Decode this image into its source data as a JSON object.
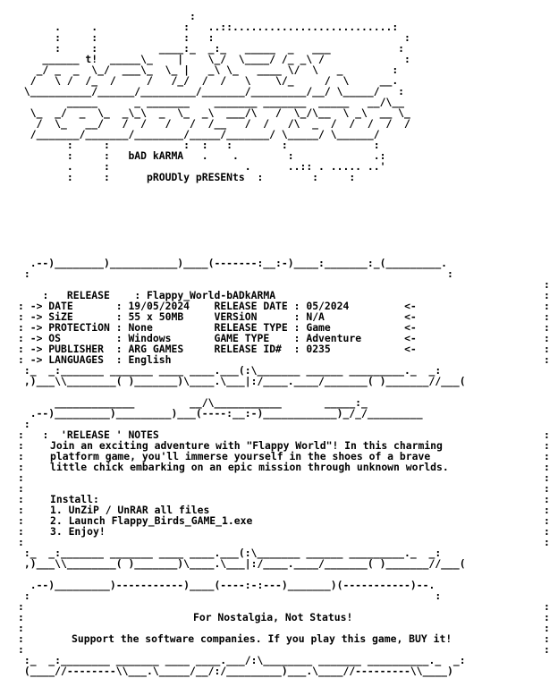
{
  "colors": {
    "background": "#ffffff",
    "text": "#000000"
  },
  "logo": {
    "art": [
      "                            :",
      "      .     .              :   ..::..........................:",
      "      :     :              :   :                               :",
      "      :     :          ____:_  _:_   _____  _   ___           :",
      "    ______ t!  _____\\_    |    \\_/  \\____/ /_ _\\ /             :",
      "   _/ _  _  \\_/  ___\\_  \\_ |   _\\ \\_   ____ \\/  \\   _        :",
      "  /   \\ /  /_  /     /   /_/  /  /   \\    \\/_     /  \\     __.",
      " \\__________/______/_________/_______/_________/__/ \\_____/   :",
      "        _____      _ _______    _______ _______  _____   __/\\__",
      "  \\_  _/  _  \\_  _\\_\\  _  \\_  _\\  ___/\\   /  \\_/\\__  \\ _\\  __ \\_",
      "   /  \\_   __/   /  /   /   /  /__   /  /   /\\  _  /  /  /  /  /",
      "  /_______/_______/________/_____/_______/ \\_____/ \\______/",
      "        :     :            :  :   :        :              :",
      "        :     :   bAD kARMA   .    .        :             .:",
      "        .     :                      .      ..:: . ..... ..'",
      "        :     :      pROUDly pRESENts  :        :     :"
    ]
  },
  "release_panel": {
    "border_top": [
      "  .--)________)___________)____(-------:__:-)____:_______:_(_________.",
      " :                                                                    :"
    ],
    "release_label": "RELEASE",
    "release_value": "Flappy_World-bADkARMA",
    "rows_left": [
      {
        "label": "DATE",
        "value": "19/05/2024"
      },
      {
        "label": "SiZE",
        "value": "55 x 50MB"
      },
      {
        "label": "PROTECTiON",
        "value": "None"
      },
      {
        "label": "OS",
        "value": "Windows"
      },
      {
        "label": "PUBLISHER",
        "value": "ARG GAMES"
      },
      {
        "label": "LANGUAGES",
        "value": "English"
      }
    ],
    "rows_right": [
      {
        "label": "RELEASE DATE",
        "value": "05/2024"
      },
      {
        "label": "VERSiON",
        "value": "N/A"
      },
      {
        "label": "RELEASE TYPE",
        "value": "Game"
      },
      {
        "label": "GAME TYPE",
        "value": "Adventure"
      },
      {
        "label": "RELEASE ID#",
        "value": "0235"
      }
    ],
    "border_bottom": [
      " :_  _:_______ _______ ____ ____.___(:\\_______ ______ _________._  _:",
      " ,)___\\\\________( )_______)\\____.\\___|:/____.____/_______( )_______//___("
    ]
  },
  "notes_panel": {
    "title": "'RELEASE ' NOTES",
    "border_top": [
      "      _____________         __/\\___________       _____:_",
      "  .--)_________)_________)___(----:__:-)____________)_/_/_________",
      " :"
    ],
    "paragraph": [
      "Join an exciting adventure with \"Flappy World\"! In this charming",
      "platform game, you'll immerse yourself in the shoes of a brave",
      "little chick embarking on an epic mission through unknown worlds."
    ],
    "install_title": "Install:",
    "install_steps": [
      "1. UnZiP / UnRAR all files",
      "2. Launch Flappy_Birds_GAME_1.exe",
      "3. Enjoy!"
    ],
    "border_bottom": [
      " :_  _:_______ _______ ____ ____.___(:\\_______ ______ _________._  _:",
      " ,)___\\\\________( )_______)\\____.\\___|:/____.____/_______( )_______//___("
    ]
  },
  "footer_panel": {
    "border_top": [
      "  .--)_________)-----------)____(----:-:---)_______)(-----------)--.",
      " :                                                                  :"
    ],
    "line1": "For Nostalgia, Not Status!",
    "line2": "Support the software companies. If you play this game, BUY it!",
    "border_bottom": [
      " :_  _:________ _______ ____ ____.___/:\\________ _______ __________._  _:",
      " (____//--------\\\\___.\\_____/__/:/_________)___.\\____//---------\\\\____)"
    ]
  }
}
